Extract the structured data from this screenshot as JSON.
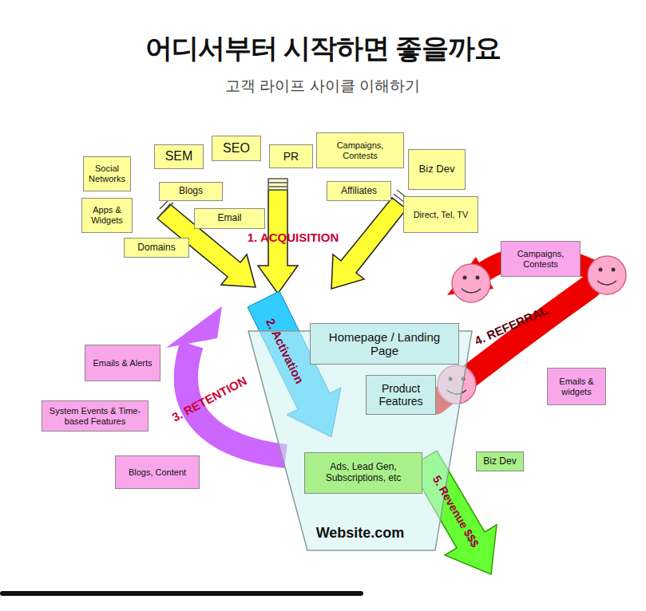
{
  "diagram": {
    "title": "어디서부터 시작하면 좋을까요",
    "nodes": [
      {
        "text": [
          "Social Networks"
        ]
      },
      {
        "text": [
          "SEM"
        ]
      },
      {
        "text": [
          "SEO"
        ]
      },
      {
        "text": [
          "PR"
        ]
      },
      {
        "text": [
          "Campaigns, Contests"
        ]
      },
      {
        "text": [
          "Biz Dev"
        ]
      },
      {
        "text": [
          "Blogs"
        ]
      },
      {
        "text": [
          "Affiliates"
        ]
      },
      {
        "text": [
          "Apps & Widgets"
        ]
      },
      {
        "text": [
          "Email"
        ]
      },
      {
        "text": [
          "Direct, Tel, TV"
        ]
      },
      {
        "text": [
          "Domains"
        ]
      },
      {
        "text": [
          "Campaigns, Contests"
        ]
      },
      {
        "text": [
          "Website.com"
        ]
      },
      {
        "text": [
          "Homepage / Landing Page"
        ],
        "in": 13
      },
      {
        "text": [
          "Product Features"
        ],
        "in": 13
      },
      {
        "text": [
          "Ads, Lead Gen, Subscriptions, etc"
        ],
        "in": 13
      },
      {
        "text": [
          "Emails & Alerts"
        ]
      },
      {
        "text": [
          "System Events & Time-based Features"
        ]
      },
      {
        "text": [
          "Blogs, Content"
        ]
      },
      {
        "text": [
          "Emails & widgets"
        ]
      },
      {
        "text": [
          "Biz Dev"
        ]
      }
    ],
    "labels": [
      "고객 라이프 사이클 이해하기",
      "1. ACQUISITION",
      "2. Activation",
      "3. RETENTION",
      "4. REFERRAL",
      "5. Revenue $$$"
    ]
  }
}
